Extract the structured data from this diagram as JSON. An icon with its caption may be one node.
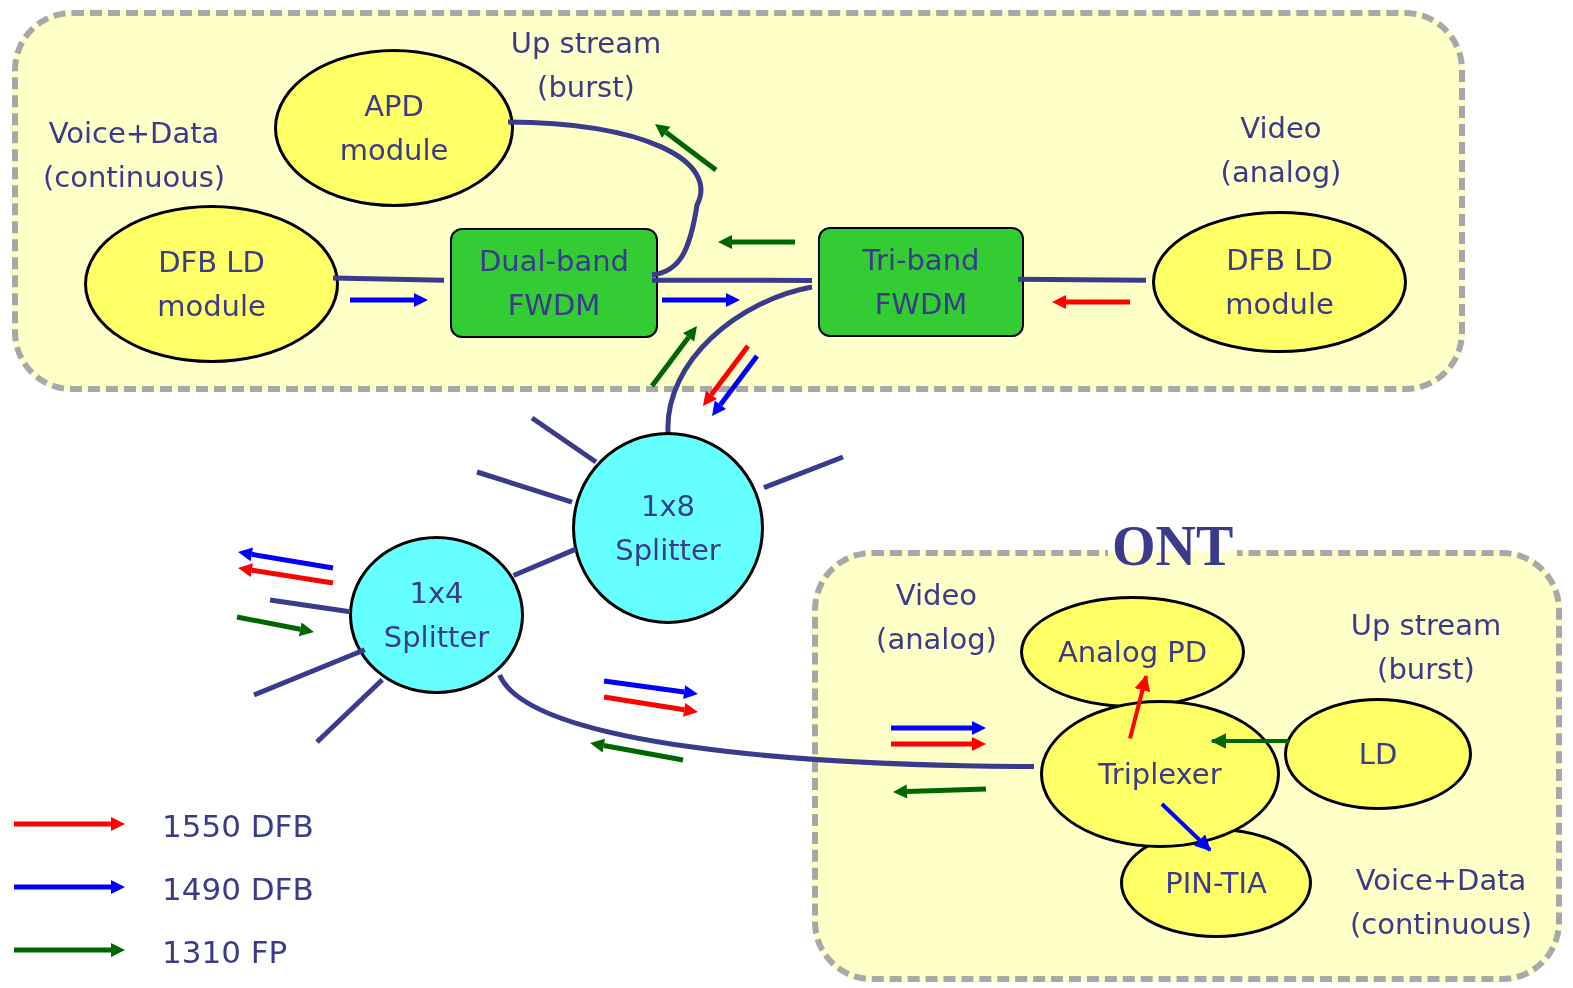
{
  "diagram": {
    "nodes": [
      {
        "text": [],
        "shape": "box"
      },
      {
        "text": [
          "APD module"
        ],
        "in": 0,
        "beside": [
          "Up stream (burst)"
        ]
      },
      {
        "text": [
          "DFB LD module"
        ],
        "in": 0,
        "beside": [
          "Voice+Data (continuous)"
        ]
      },
      {
        "text": [
          "Dual-band FWDM"
        ],
        "in": 0
      },
      {
        "text": [
          "Tri-band FWDM"
        ],
        "in": 0
      },
      {
        "text": [
          "DFB LD module"
        ],
        "in": 0,
        "beside": [
          "Video (analog)"
        ]
      },
      {
        "text": [
          "1x8 Splitter"
        ]
      },
      {
        "text": [
          "1x4 Splitter"
        ]
      },
      {
        "text": [
          "ONT"
        ]
      },
      {
        "text": [
          "Analog PD"
        ],
        "in": 8,
        "beside": [
          "Video (analog)"
        ]
      },
      {
        "text": [
          "LD"
        ],
        "in": 8,
        "beside": [
          "Up stream (burst)"
        ]
      },
      {
        "text": [
          "Triplexer"
        ],
        "in": 8
      },
      {
        "text": [
          "PIN-TIA"
        ],
        "in": 8,
        "beside": [
          "Voice+Data (continuous)"
        ]
      }
    ],
    "edges": [
      {
        "from": 2,
        "to": 3,
        "arrow": "none"
      },
      {
        "from": 1,
        "to": 3,
        "arrow": "none"
      },
      {
        "from": 3,
        "to": 4,
        "arrow": "none"
      },
      {
        "from": 4,
        "to": 5,
        "arrow": "none"
      },
      {
        "from": 4,
        "to": 6,
        "arrow": "none"
      },
      {
        "from": 6,
        "to": 7,
        "arrow": "none"
      },
      {
        "from": 7,
        "to": 11,
        "arrow": "none"
      },
      {
        "from": 6,
        "to": null,
        "arrow": "none"
      },
      {
        "from": 6,
        "to": null,
        "arrow": "none"
      },
      {
        "from": 6,
        "to": null,
        "arrow": "none"
      },
      {
        "from": 7,
        "to": null,
        "arrow": "none"
      },
      {
        "from": 7,
        "to": null,
        "arrow": "none"
      },
      {
        "from": 7,
        "to": null,
        "arrow": "none"
      },
      {
        "from": 11,
        "to": 9,
        "arrow": "to",
        "color": "#ff0000"
      },
      {
        "from": 10,
        "to": 11,
        "arrow": "to",
        "color": "#006600"
      },
      {
        "from": 11,
        "to": 12,
        "arrow": "to",
        "color": "#0000ff"
      }
    ],
    "legend": [
      {
        "text": "1550 DFB"
      },
      {
        "text": "1490 DFB"
      },
      {
        "text": "1310 FP"
      }
    ]
  }
}
